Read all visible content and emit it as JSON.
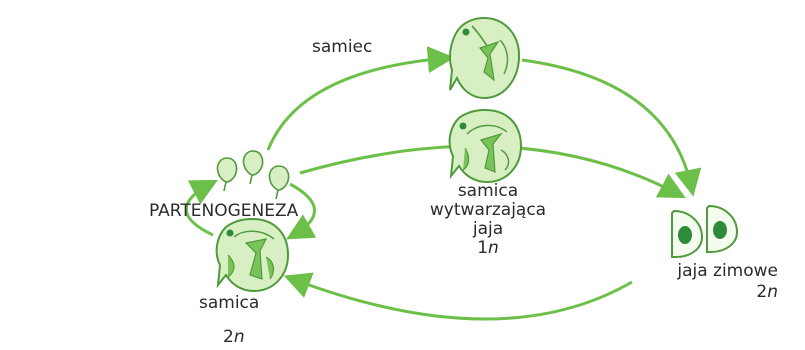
{
  "labels": {
    "male": "samiec",
    "parthenogenesis": "PARTENOGENEZA",
    "egg_female_line1": "samica",
    "egg_female_line2": "wytwarzająca",
    "egg_female_line3": "jaja",
    "egg_female_ploidy_num": "1",
    "egg_female_ploidy_var": "n",
    "winter_eggs": "jaja zimowe",
    "winter_eggs_ploidy_num": "2",
    "winter_eggs_ploidy_var": "n",
    "female": "samica",
    "female_ploidy_num": "2",
    "female_ploidy_var": "n"
  },
  "colors": {
    "arrow": "#6cc04a",
    "body_fill": "#d8efc4",
    "body_line": "#4f9a3a",
    "organ": "#7ac35a",
    "egg_dark": "#2e8b3a",
    "text": "#2b2b2b"
  },
  "icons": {
    "male": "daphnia-male-icon",
    "female": "daphnia-female-icon",
    "egg_female": "daphnia-egg-producing-female-icon",
    "winter_egg": "winter-egg-icon",
    "young": "juvenile-daphnia-icon"
  }
}
